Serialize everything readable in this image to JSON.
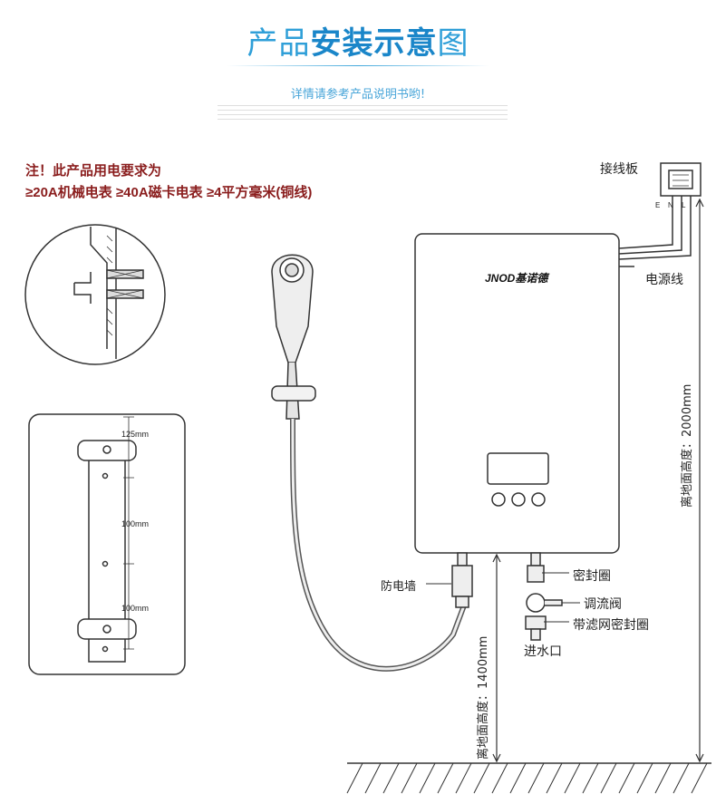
{
  "header": {
    "title_part1": "产品",
    "title_part2": "安装示意",
    "title_part3": "图",
    "subtitle": "详情请参考产品说明书哟!"
  },
  "note": {
    "line1": "注！此产品用电要求为",
    "line2": "≥20A机械电表 ≥40A磁卡电表 ≥4平方毫米(铜线)"
  },
  "bracket": {
    "dim_top": "125mm",
    "dim_mid": "100mm",
    "dim_bot": "100mm"
  },
  "heater": {
    "brand": "JNOD基诺德",
    "terminal_labels": [
      "E",
      "N",
      "L"
    ]
  },
  "labels": {
    "junction_board": "接线板",
    "power_cord": "电源线",
    "anti_electric_wall": "防电墙",
    "seal_ring": "密封圈",
    "flow_valve": "调流阀",
    "filter_seal_ring": "带滤网密封圈",
    "water_inlet": "进水口",
    "height_1400": "离地面高度：1400mm",
    "height_2000": "离地面高度：2000mm"
  }
}
